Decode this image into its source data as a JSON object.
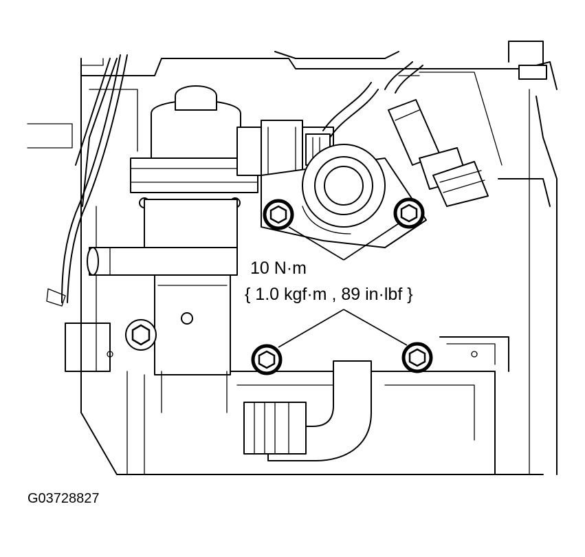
{
  "torque": {
    "line1": "10 N·m",
    "line2": "{ 1.0 kgf·m , 89 in·lbf }"
  },
  "figure_code": "G03728827",
  "colors": {
    "ink": "#000000",
    "paper": "#ffffff"
  }
}
